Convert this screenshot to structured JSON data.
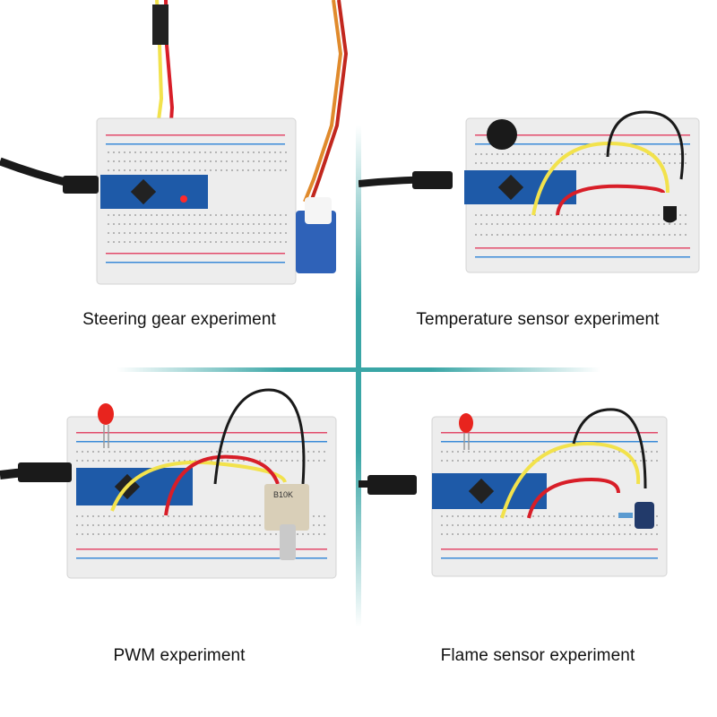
{
  "panels": [
    {
      "caption": "Steering gear experiment"
    },
    {
      "caption": "Temperature sensor experiment"
    },
    {
      "caption": "PWM experiment"
    },
    {
      "caption": "Flame sensor experiment"
    }
  ],
  "components": {
    "potentiometer_marking": "B10K"
  },
  "colors": {
    "breadboard": "#ededed",
    "rail_red": "#e24a6a",
    "rail_blue": "#3a8ad8",
    "arduino_pcb": "#1e5aa8",
    "wire_yellow": "#f2e24c",
    "wire_red": "#d81e28",
    "wire_black": "#1a1a1a",
    "divider": "#3aa6a6"
  }
}
